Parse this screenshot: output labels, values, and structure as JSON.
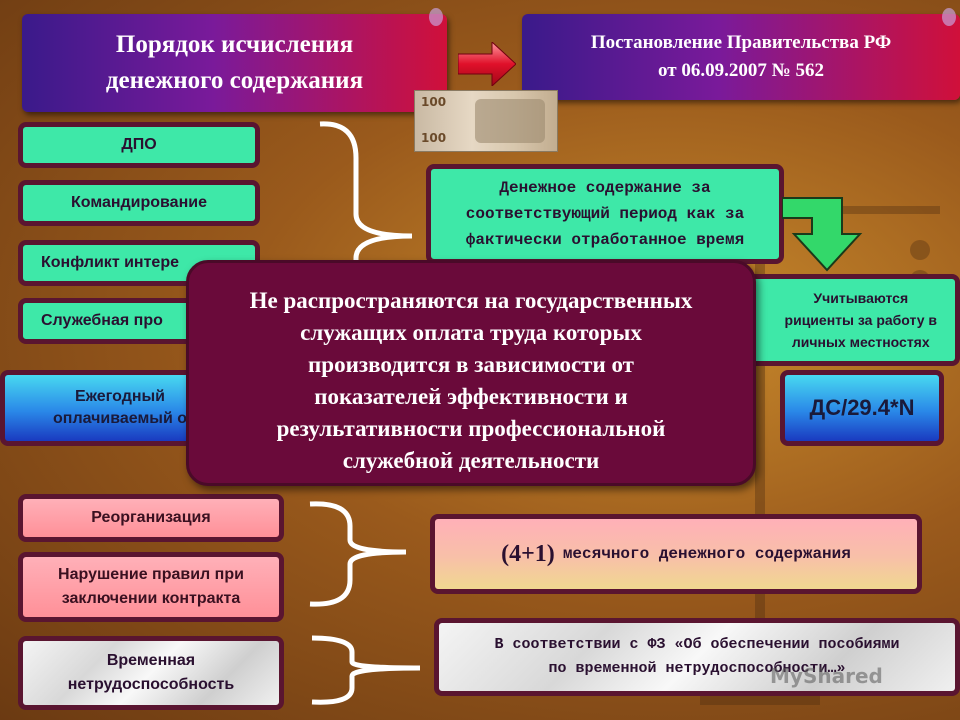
{
  "header": {
    "left_title_line1": "Порядок исчисления",
    "left_title_line2": "денежного содержания",
    "right_title_line1": "Постановление Правительства РФ",
    "right_title_line2": "от 06.09.2007 № 562"
  },
  "banknote": {
    "value": "100"
  },
  "left_items": {
    "dpo": "ДПО",
    "komandirovanie": "Командирование",
    "konflikt": "Конфликт интере",
    "sluzhebnaya": "Служебная про",
    "ezhegodny_line1": "Ежегодный",
    "ezhegodny_line2": "оплачиваемый о",
    "reorganizatsiya": "Реорганизация",
    "narushenie_line1": "Нарушение правил при",
    "narushenie_line2": "заключении контракта",
    "vremennaya_line1": "Временная",
    "vremennaya_line2": "нетрудоспособность"
  },
  "right_items": {
    "denezhnoe_line1": "Денежное содержание за",
    "denezhnoe_line2": "соответствующий период как за",
    "denezhnoe_line3": "фактически отработанное время",
    "uchit_line1": "Учитываются",
    "uchit_line2": "рициенты за работу в",
    "uchit_line3": "личных местностях",
    "ds_formula": "ДС/29.4*N",
    "mes_big": "(4+1)",
    "mes_text": "месячного денежного содержания",
    "fz_line1": "В соответствии с ФЗ «Об обеспечении пособиями",
    "fz_line2": "по временной нетрудоспособности…»"
  },
  "overlay": {
    "line1": "Не распространяются на государственных",
    "line2": "служащих оплата труда которых",
    "line3": "производится в зависимости от",
    "line4": "показателей эффективности и",
    "line5": "результативности профессиональной",
    "line6": "служебной деятельности"
  },
  "watermark": "MyShared"
}
